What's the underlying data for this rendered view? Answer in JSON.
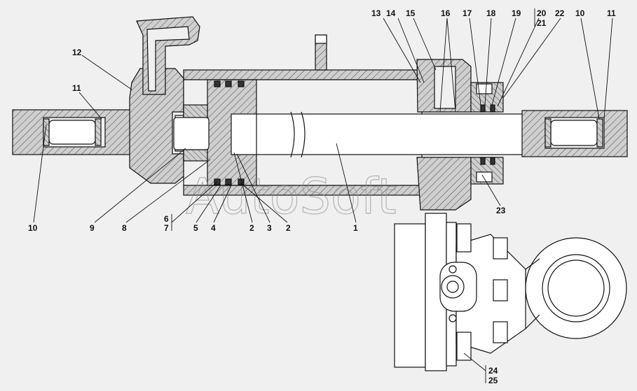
{
  "diagram": {
    "callouts": [
      {
        "id": "c13",
        "label": "13"
      },
      {
        "id": "c14",
        "label": "14"
      },
      {
        "id": "c15",
        "label": "15"
      },
      {
        "id": "c16",
        "label": "16"
      },
      {
        "id": "c17",
        "label": "17"
      },
      {
        "id": "c18",
        "label": "18"
      },
      {
        "id": "c19",
        "label": "19"
      },
      {
        "id": "c20",
        "label": "20"
      },
      {
        "id": "c21",
        "label": "21"
      },
      {
        "id": "c22",
        "label": "22"
      },
      {
        "id": "c10r",
        "label": "10"
      },
      {
        "id": "c11r",
        "label": "11"
      },
      {
        "id": "c12",
        "label": "12"
      },
      {
        "id": "c11l",
        "label": "11"
      },
      {
        "id": "c10l",
        "label": "10"
      },
      {
        "id": "c9",
        "label": "9"
      },
      {
        "id": "c8",
        "label": "8"
      },
      {
        "id": "c6",
        "label": "6"
      },
      {
        "id": "c7",
        "label": "7"
      },
      {
        "id": "c5",
        "label": "5"
      },
      {
        "id": "c4",
        "label": "4"
      },
      {
        "id": "c2a",
        "label": "2"
      },
      {
        "id": "c3",
        "label": "3"
      },
      {
        "id": "c2b",
        "label": "2"
      },
      {
        "id": "c1",
        "label": "1"
      },
      {
        "id": "c23",
        "label": "23"
      },
      {
        "id": "c24",
        "label": "24"
      },
      {
        "id": "c25",
        "label": "25"
      }
    ],
    "watermark": "AutoSoft"
  }
}
